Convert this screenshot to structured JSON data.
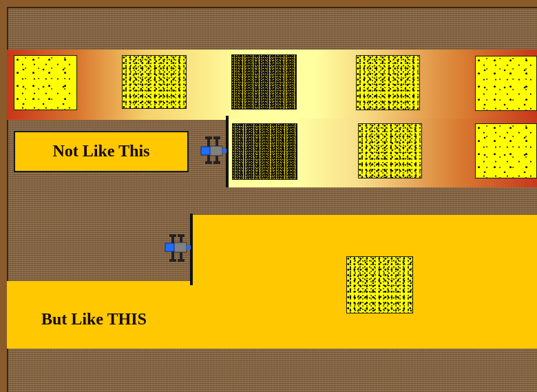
{
  "labels": {
    "wrong": "Not Like This",
    "right": "But Like THIS"
  },
  "colors": {
    "soil": "#8a6a48",
    "frame": "#8a5a2a",
    "uncut_field": "#ffc800",
    "bale_fill": "#ffff00",
    "tractor_body": "#808080",
    "tractor_hood": "#1e6fff",
    "gradient_edge": "#c8361a",
    "gradient_center": "#ffffa0"
  },
  "icons": {
    "tractor_top": "tractor-icon",
    "tractor_bottom": "tractor-icon",
    "hay_bale": "hay-bale-icon"
  },
  "bales_top_row_count": 5,
  "bales_middle_row_count": 3,
  "bales_bottom_count": 1
}
